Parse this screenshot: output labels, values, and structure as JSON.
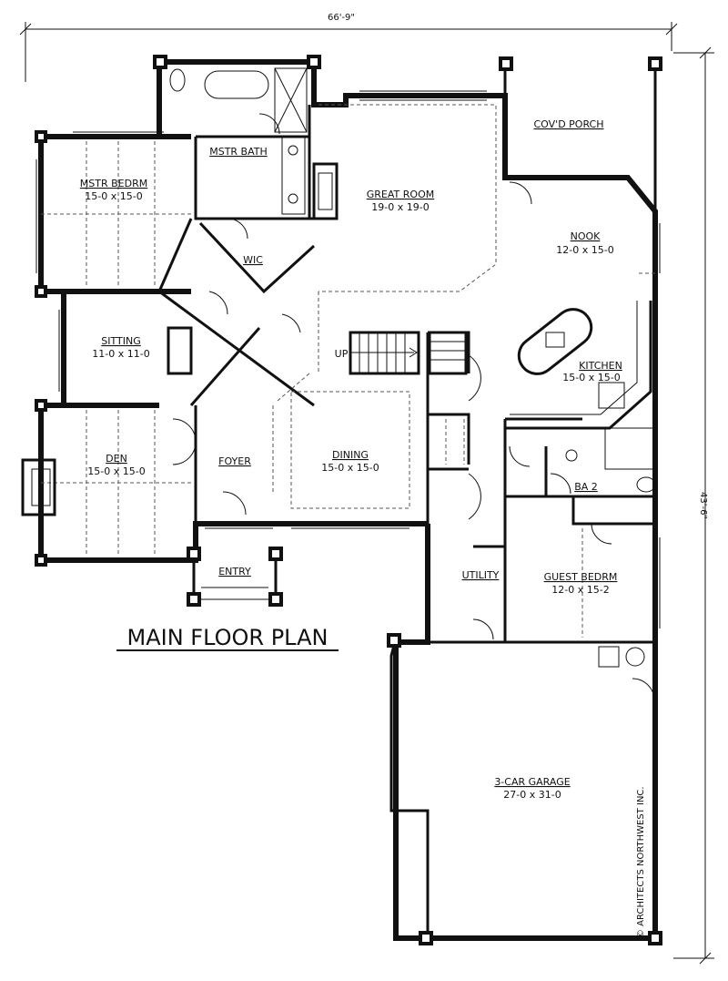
{
  "plan": {
    "title": "MAIN FLOOR PLAN",
    "overall_width": "66'-9\"",
    "overall_depth": "43'-6\"",
    "credit": "© ARCHITECTS NORTHWEST INC.",
    "stair_label": "UP",
    "rooms": {
      "covd_porch": {
        "name": "COV'D PORCH",
        "size": ""
      },
      "great_room": {
        "name": "GREAT ROOM",
        "size": "19-0 x 19-0"
      },
      "mstr_bath": {
        "name": "MSTR BATH",
        "size": ""
      },
      "mstr_bedrm": {
        "name": "MSTR BEDRM",
        "size": "15-0 x 15-0"
      },
      "wic": {
        "name": "WIC",
        "size": ""
      },
      "nook": {
        "name": "NOOK",
        "size": "12-0 x 15-0"
      },
      "kitchen": {
        "name": "KITCHEN",
        "size": "15-0 x 15-0"
      },
      "sitting": {
        "name": "SITTING",
        "size": "11-0 x 11-0"
      },
      "den": {
        "name": "DEN",
        "size": "15-0 x 15-0"
      },
      "foyer": {
        "name": "FOYER",
        "size": ""
      },
      "dining": {
        "name": "DINING",
        "size": "15-0 x 15-0"
      },
      "ba2": {
        "name": "BA 2",
        "size": ""
      },
      "utility": {
        "name": "UTILITY",
        "size": ""
      },
      "guest_bedrm": {
        "name": "GUEST BEDRM",
        "size": "12-0 x 15-2"
      },
      "entry": {
        "name": "ENTRY",
        "size": ""
      },
      "garage": {
        "name": "3-CAR GARAGE",
        "size": "27-0 x 31-0"
      }
    }
  }
}
